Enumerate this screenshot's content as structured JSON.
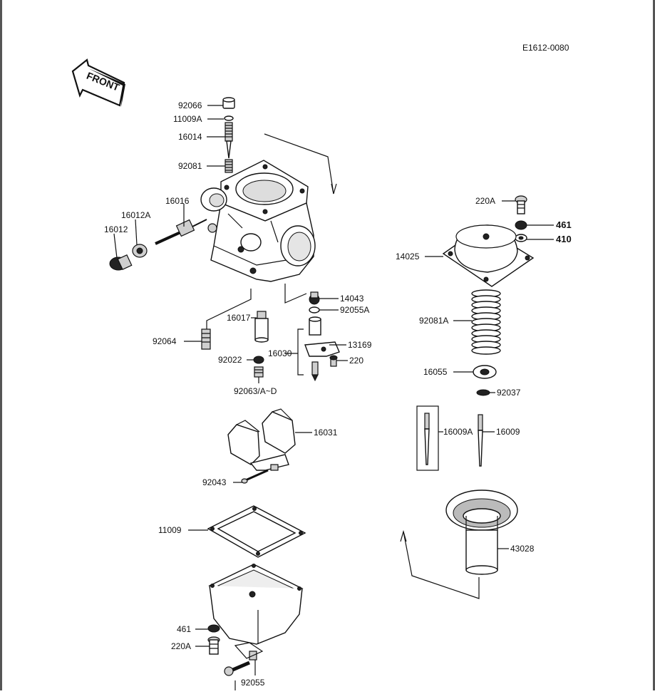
{
  "diagram": {
    "code": "E1612-0080",
    "front_label": "FRONT",
    "parts": {
      "p92066": "92066",
      "p11009A": "11009A",
      "p16014": "16014",
      "p92081": "92081",
      "p16016": "16016",
      "p16012A": "16012A",
      "p16012": "16012",
      "p14043": "14043",
      "p92055A": "92055A",
      "p16017": "16017",
      "p92064": "92064",
      "p13169": "13169",
      "p16030": "16030",
      "p92022": "92022",
      "p220": "220",
      "p92063": "92063/A~D",
      "p16031": "16031",
      "p92043": "92043",
      "p11009": "11009",
      "p461a": "461",
      "p220Aa": "220A",
      "p92055": "92055",
      "p220Ab": "220A",
      "p461b": "461",
      "p410": "410",
      "p14025": "14025",
      "p92081A": "92081A",
      "p16055": "16055",
      "p92037": "92037",
      "p16009A": "16009A",
      "p16009": "16009",
      "p43028": "43028"
    }
  }
}
